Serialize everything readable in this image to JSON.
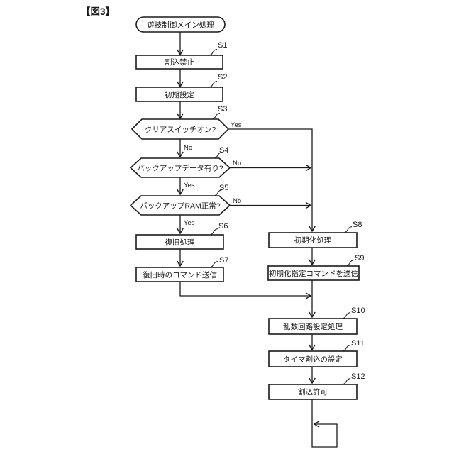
{
  "figure_label": "【図3】",
  "colors": {
    "ink": "#1a1a1a",
    "background": "#ffffff"
  },
  "flowchart": {
    "start": {
      "label": "遊技制御メイン処理",
      "shape": "terminal"
    },
    "branch_labels": {
      "yes": "Yes",
      "no": "No"
    },
    "steps": {
      "s1": {
        "id": "S1",
        "shape": "process",
        "label": "割込禁止"
      },
      "s2": {
        "id": "S2",
        "shape": "process",
        "label": "初期設定"
      },
      "s3": {
        "id": "S3",
        "shape": "decision",
        "label": "クリアスイッチオン?"
      },
      "s4": {
        "id": "S4",
        "shape": "decision",
        "label": "バックアップデータ有り?"
      },
      "s5": {
        "id": "S5",
        "shape": "decision",
        "label": "バックアップRAM正常?"
      },
      "s6": {
        "id": "S6",
        "shape": "process",
        "label": "復旧処理"
      },
      "s7": {
        "id": "S7",
        "shape": "process",
        "label": "復旧時のコマンド送信"
      },
      "s8": {
        "id": "S8",
        "shape": "process",
        "label": "初期化処理"
      },
      "s9": {
        "id": "S9",
        "shape": "process",
        "label": "初期化指定コマンドを送信"
      },
      "s10": {
        "id": "S10",
        "shape": "process",
        "label": "乱数回路設定処理"
      },
      "s11": {
        "id": "S11",
        "shape": "process",
        "label": "タイマ割込の設定"
      },
      "s12": {
        "id": "S12",
        "shape": "process",
        "label": "割込許可"
      }
    },
    "edges": [
      {
        "from": "start",
        "to": "S1"
      },
      {
        "from": "S1",
        "to": "S2"
      },
      {
        "from": "S2",
        "to": "S3"
      },
      {
        "from": "S3",
        "to": "S8",
        "label": "Yes"
      },
      {
        "from": "S3",
        "to": "S4",
        "label": "No"
      },
      {
        "from": "S4",
        "to": "S8",
        "label": "No"
      },
      {
        "from": "S4",
        "to": "S5",
        "label": "Yes"
      },
      {
        "from": "S5",
        "to": "S8",
        "label": "No"
      },
      {
        "from": "S5",
        "to": "S6",
        "label": "Yes"
      },
      {
        "from": "S6",
        "to": "S7"
      },
      {
        "from": "S7",
        "to": "S10"
      },
      {
        "from": "S8",
        "to": "S9"
      },
      {
        "from": "S9",
        "to": "S10"
      },
      {
        "from": "S10",
        "to": "S11"
      },
      {
        "from": "S11",
        "to": "S12"
      },
      {
        "from": "S12",
        "to": "loop-back"
      }
    ]
  }
}
